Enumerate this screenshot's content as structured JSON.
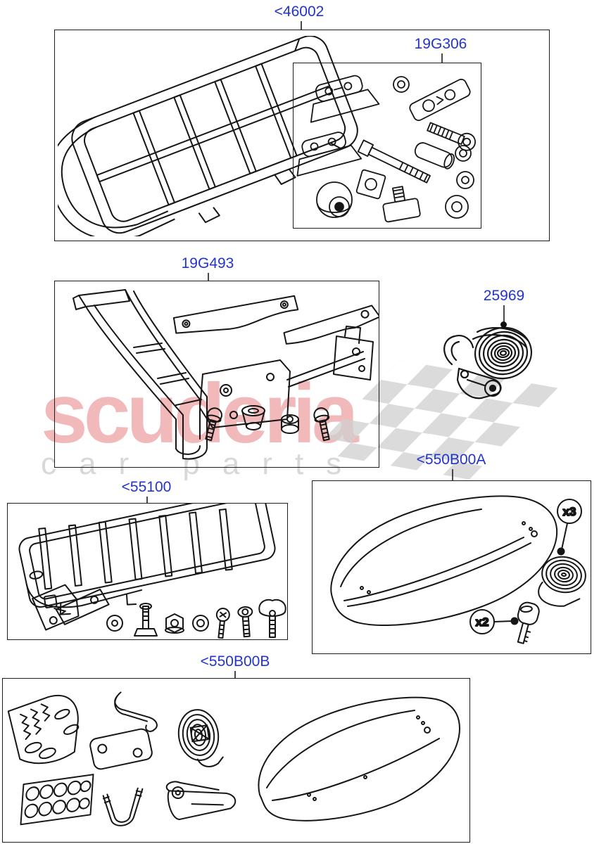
{
  "page": {
    "background": "#ffffff",
    "line_color": "#161616",
    "label_color": "#2234d0",
    "leader_color": "#4a4a4a"
  },
  "watermark": {
    "brand": "scuderia",
    "sub": "car parts",
    "brand_color": "#f2b9ba",
    "sub_color": "#d8d8d8",
    "flag_color": "#cfcfcf"
  },
  "labels": [
    {
      "id": "part-46002",
      "text": "<46002"
    },
    {
      "id": "part-19G306",
      "text": "19G306"
    },
    {
      "id": "part-19G493",
      "text": "19G493"
    },
    {
      "id": "part-25969",
      "text": "25969"
    },
    {
      "id": "part-55100",
      "text": "<55100"
    },
    {
      "id": "part-550B00A",
      "text": "<550B00A"
    },
    {
      "id": "part-550B00B",
      "text": "<550B00B"
    }
  ],
  "badges": {
    "strap_qty": "x3",
    "key_qty": "x2"
  }
}
